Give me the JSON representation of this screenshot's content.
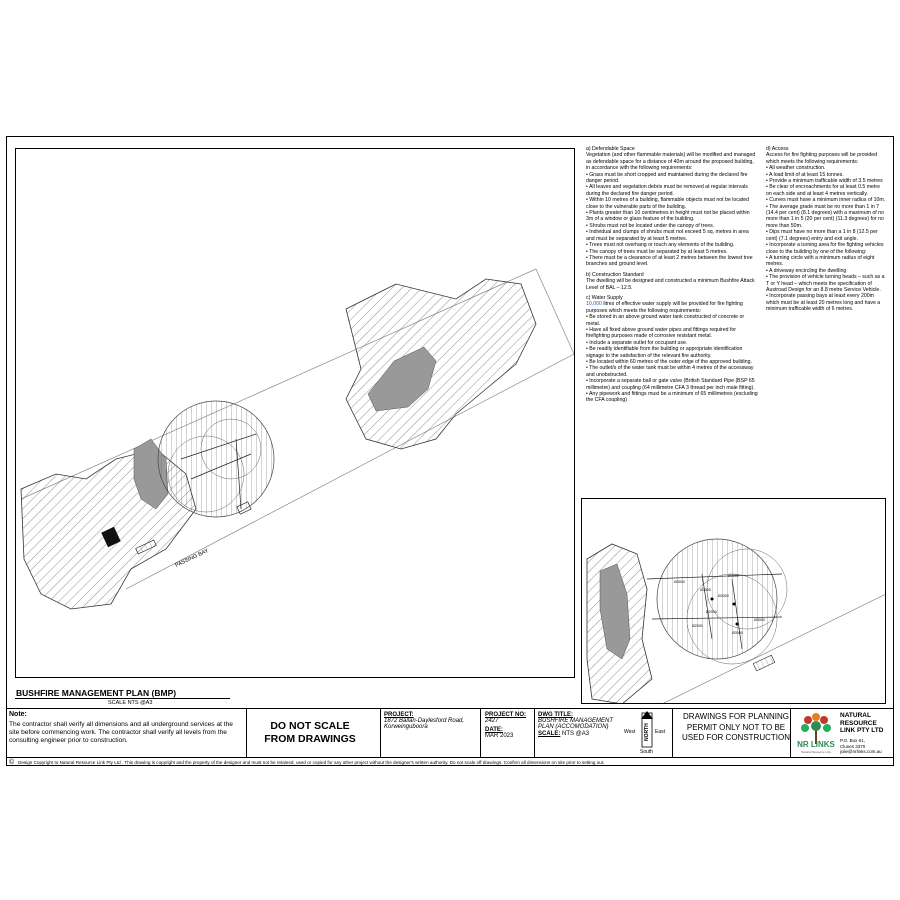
{
  "notes": {
    "a_title": "a)        Defendable Space",
    "a_lines": [
      "Vegetation (and other flammable materials) will be modified and managed  as defendable space for a distance of 40m around the proposed building, in accordance with the following requirements:",
      "•        Grass must be short cropped and maintained during the declared fire danger period.",
      "•        All leaves and vegetation debris must be removed at regular intervals during the declared fire danger period.",
      "•        Within 10 metres of a building, flammable objects must not be located close to the vulnerable parts of the building.",
      "•        Plants greater than 10 centimetres in height must not be placed within 3m of a window or glass feature of the building.",
      "•        Shrubs must not be located under the canopy of trees.",
      "•        Individual and clumps of shrubs must not exceed 5 sq. metres in area and must be separated by at least 5 metres.",
      "•        Trees must not overhang or touch any elements of the building.",
      "•        The canopy of trees must be separated by at least 5 metres.",
      "•        There must be a clearance of at least 2 metres between the lowest tree branches and ground level."
    ],
    "b_title": "b)        Construction Standard",
    "b_text": "The dwelling will be designed and constructed a minimum Bushfire Attack Level of BAL – 12.5.",
    "c_title": "c)        Water Supply",
    "c_first_blue": "10,000",
    "c_first_rest": " litres of effective water supply will be provided for fire fighting purposes which meets the following requirements:",
    "c_lines": [
      "•        Be stored in an above ground water tank constructed of concrete or metal.",
      "•        Have all fixed above ground water pipes and fittings required for firefighting purposes  made of corrosive resistant metal.",
      "•        Include a separate outlet for occupant use.",
      "•        Be readily identifiable from the building or appropriate identification signage to the satisfaction of the relevant fire authority.",
      "•        Be located within 60 metres of the outer edge of the approved building.",
      "•        The outlet/s of the water tank must be within 4 metres of the accessway and unobstructed.",
      "•        Incorporate a separate ball or gate valve (British Standard Pipe (BSP 65 millimetre) and coupling (64 millimetre CFA 3 thread per inch male fitting).",
      "•        Any pipework and fittings must be a minimum of 65 millimetres (excluding the CFA coupling)"
    ],
    "d_title": "d)        Access",
    "d_text": "Access for fire fighting purposes will be provided which meets the following requirements:",
    "d_lines": [
      "•        All weather construction.",
      "•        A load limit of at least 15 tonnes.",
      "•        Provide a minimum trafficable width of 3.5 metres",
      "•        Be clear of encroachments for at least 0.5 metre on each side and at least 4 metres vertically.",
      "•        Curves must have a minimum inner radius of 10m.",
      "•        The average grade must be no more than 1 in 7 (14.4 per cent) (8.1 degrees) with a maximum of no more than 1 in 5 (20 per cent) (11.3 degrees) for no more than 50m.",
      "•        Dips must have no more than a 1 in 8 (12.5 per cent) (7.1 degrees) entry and exit angle.",
      "•        Incorporate a turning area for fire fighting vehicles close to the building by one of the following:",
      "•        A turning circle with a minimum radius of eight metres.",
      "•        A driveway encircling the dwelling",
      "•        The provision of vehicle turning heads – such as a T or Y head – which meets the specification of Austroad Design for an 8.8 metre Service Vehicle.",
      "•        Incorporate passing bays at least every 200m which must be at least 20 metres long and have a minimum trafficable width of 6 metres."
    ]
  },
  "plan": {
    "passing_bay_label": "PASSING BAY",
    "detail_labels": [
      "Ø3000",
      "Ø3000",
      "Ø3000",
      "Ø3000",
      "Ø2000",
      "Ø3000",
      "Ø3000",
      "Ø2000"
    ]
  },
  "title": {
    "bmp": "BUSHFIRE MANAGEMENT PLAN (BMP)",
    "scale": "SCALE    NTS @A3"
  },
  "titleblock": {
    "note_title": "Note:",
    "note_text": "The contractor shall verify all dimensions and all underground services at the site before commencing work. The contractor shall verify all levels from the consulting engineer prior to construction.",
    "dns_line1": "DO NOT SCALE",
    "dns_line2": "FROM DRAWINGS",
    "project_label": "PROJECT:",
    "project_value": "1872 Ballan-Daylesford Road, Korweinguboora",
    "project_no_label": "PROJECT NO:",
    "project_no_value": "2427",
    "date_label": "DATE:",
    "date_value": "MAR 2023",
    "dwg_title_label": "DWG TITLE:",
    "dwg_title_value": "BUSHFIRE MANAGEMENT PLAN (ACCOMODATION)",
    "scale_label": "SCALE:",
    "scale_value": "NTS @A3",
    "north": "NORTH",
    "west": "West",
    "east": "East",
    "south": "South",
    "dwgs_status": "DRAWINGS FOR PLANNING PERMIT ONLY NOT TO BE USED FOR CONSTRUCTION",
    "logo_text": "NR LINKS",
    "logo_sub": "Natural Resource Link",
    "company_1": "NATURAL",
    "company_2": "RESOURCE",
    "company_3": "LINK PTY LTD",
    "addr_1": "P.O. Box 61,",
    "addr_2": "Clunes 3370",
    "addr_3": "julie@nrlinks.com.au",
    "copyright": "Design Copyright to Natural Resource Link Pty Ltd . This drawing is copyright and the property of the designer and must not be retained, used or copied for any other project without the designer's written authority. Do not scale off drawings. Confirm all dimensions on site prior to setting out."
  }
}
